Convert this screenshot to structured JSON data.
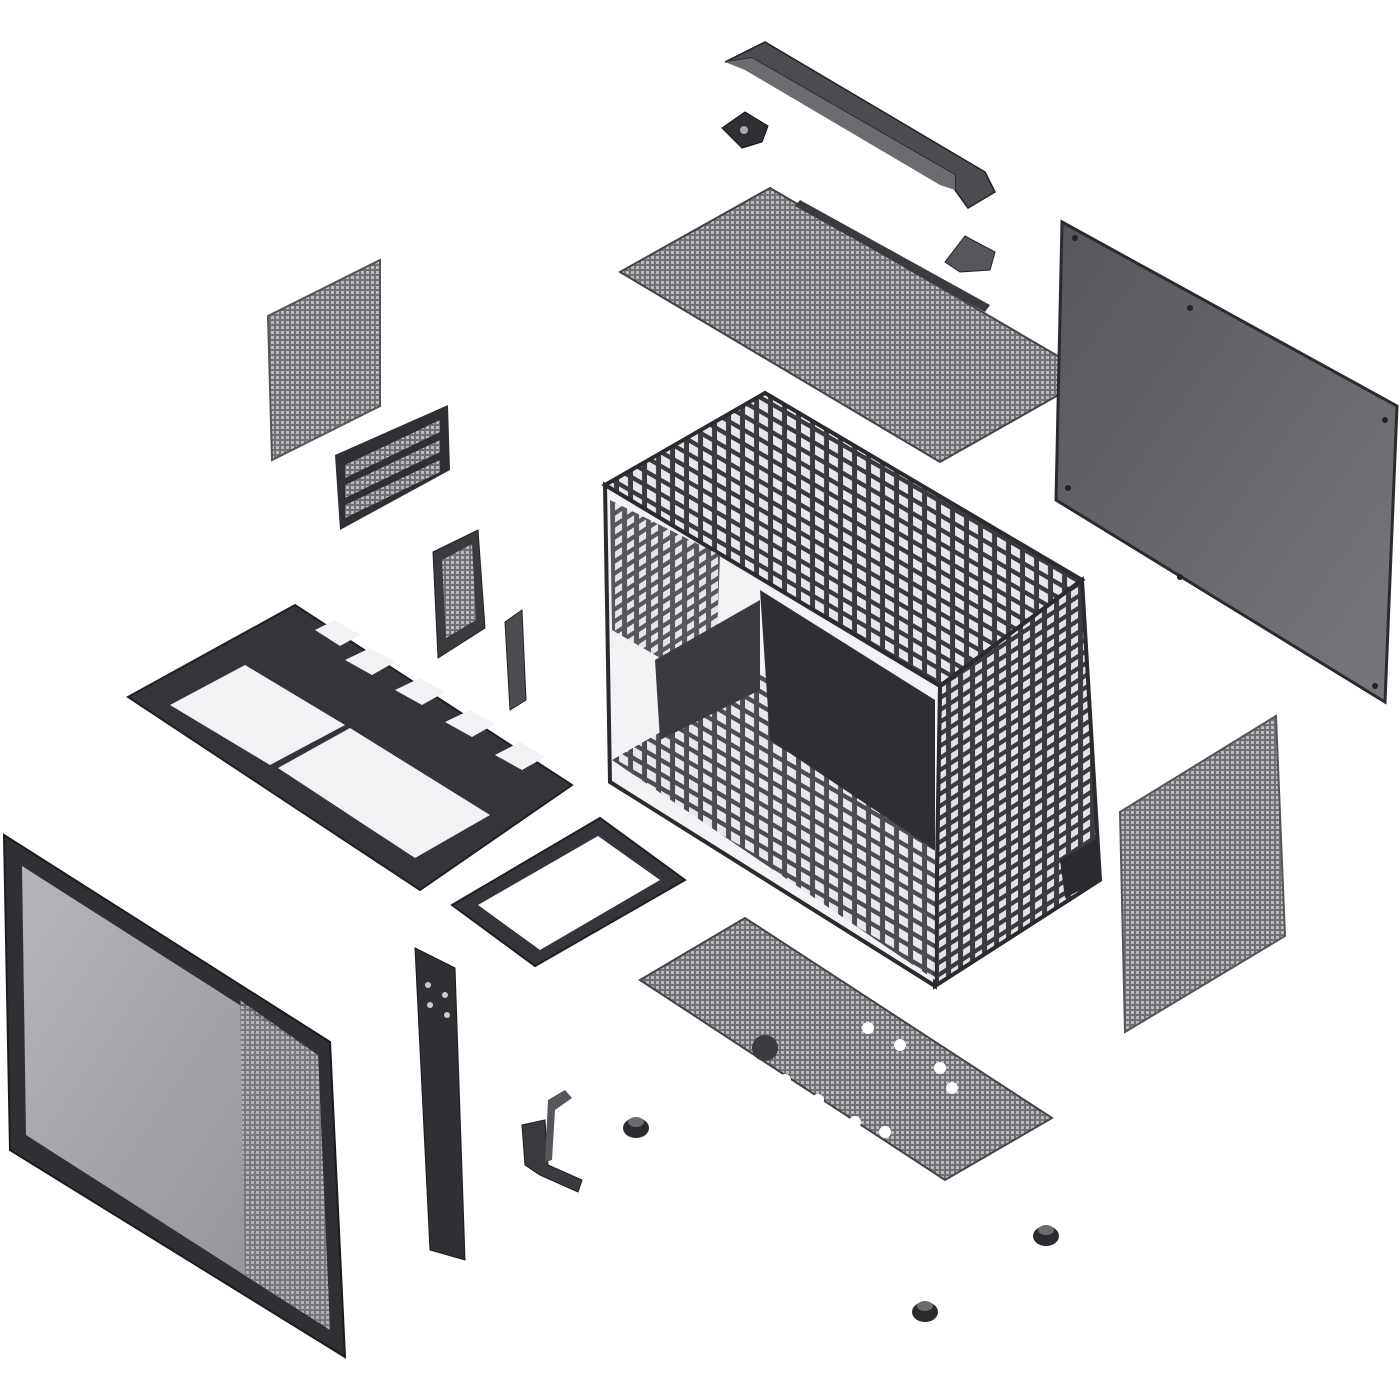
{
  "figure": {
    "kind": "exploded-view",
    "subject_parts": [
      "top-bracket-bar",
      "top-clip",
      "top-mesh-panel",
      "top-corner-bracket",
      "right-side-panel",
      "chassis",
      "left-dust-filter",
      "pci-slot-covers",
      "small-vertical-bracket",
      "thin-bracket",
      "motherboard-tray",
      "psu-bracket-frame",
      "left-glass-panel",
      "gpu-vertical-bracket",
      "hook-bracket",
      "bottom-mesh-panel",
      "right-dust-filter",
      "feet"
    ],
    "colors": {
      "metal_dark": "#2f3033",
      "metal_mid": "#55575c",
      "panel_face": "#6b6d72",
      "glass": "#a9abb0",
      "mesh": "#8a8c91",
      "background": "#ffffff"
    }
  }
}
